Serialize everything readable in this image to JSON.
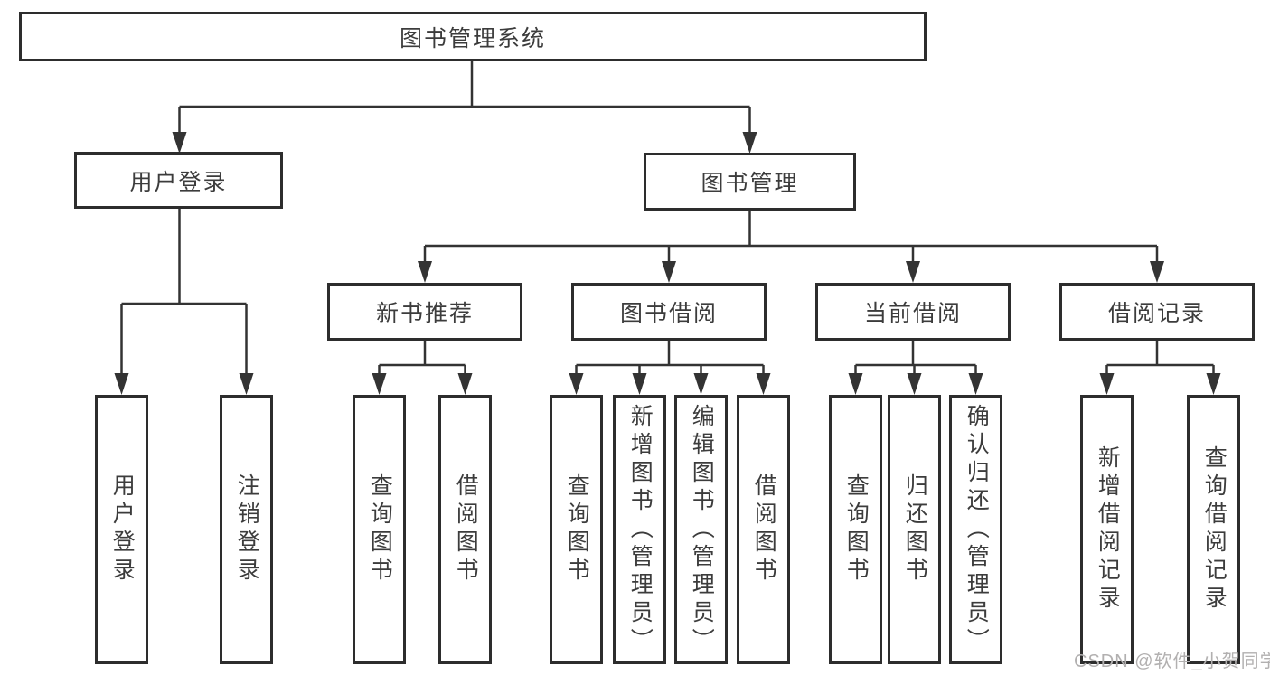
{
  "colors": {
    "line": "#333333",
    "box_border": "#2d2d2d",
    "box_fill": "#ffffff",
    "text": "#3c3c3c",
    "watermark": "#b2b0b0"
  },
  "tree": {
    "root": {
      "label": "图书管理系统"
    },
    "level2": [
      {
        "label": "用户登录"
      },
      {
        "label": "图书管理"
      }
    ],
    "level3": [
      {
        "label": "新书推荐"
      },
      {
        "label": "图书借阅"
      },
      {
        "label": "当前借阅"
      },
      {
        "label": "借阅记录"
      }
    ],
    "leaves": {
      "user_login": [
        {
          "label": "用户登录"
        },
        {
          "label": "注销登录"
        }
      ],
      "new_book_rec": [
        {
          "label": "查询图书"
        },
        {
          "label": "借阅图书"
        }
      ],
      "book_borrow": [
        {
          "label": "查询图书"
        },
        {
          "label": "新增图书（管理员）"
        },
        {
          "label": "编辑图书（管理员）"
        },
        {
          "label": "借阅图书"
        }
      ],
      "current_borrow": [
        {
          "label": "查询图书"
        },
        {
          "label": "归还图书"
        },
        {
          "label": "确认归还（管理员）"
        }
      ],
      "borrow_record": [
        {
          "label": "新增借阅记录"
        },
        {
          "label": "查询借阅记录"
        }
      ]
    }
  },
  "watermark": {
    "text": "CSDN @软件_小贺同学"
  }
}
